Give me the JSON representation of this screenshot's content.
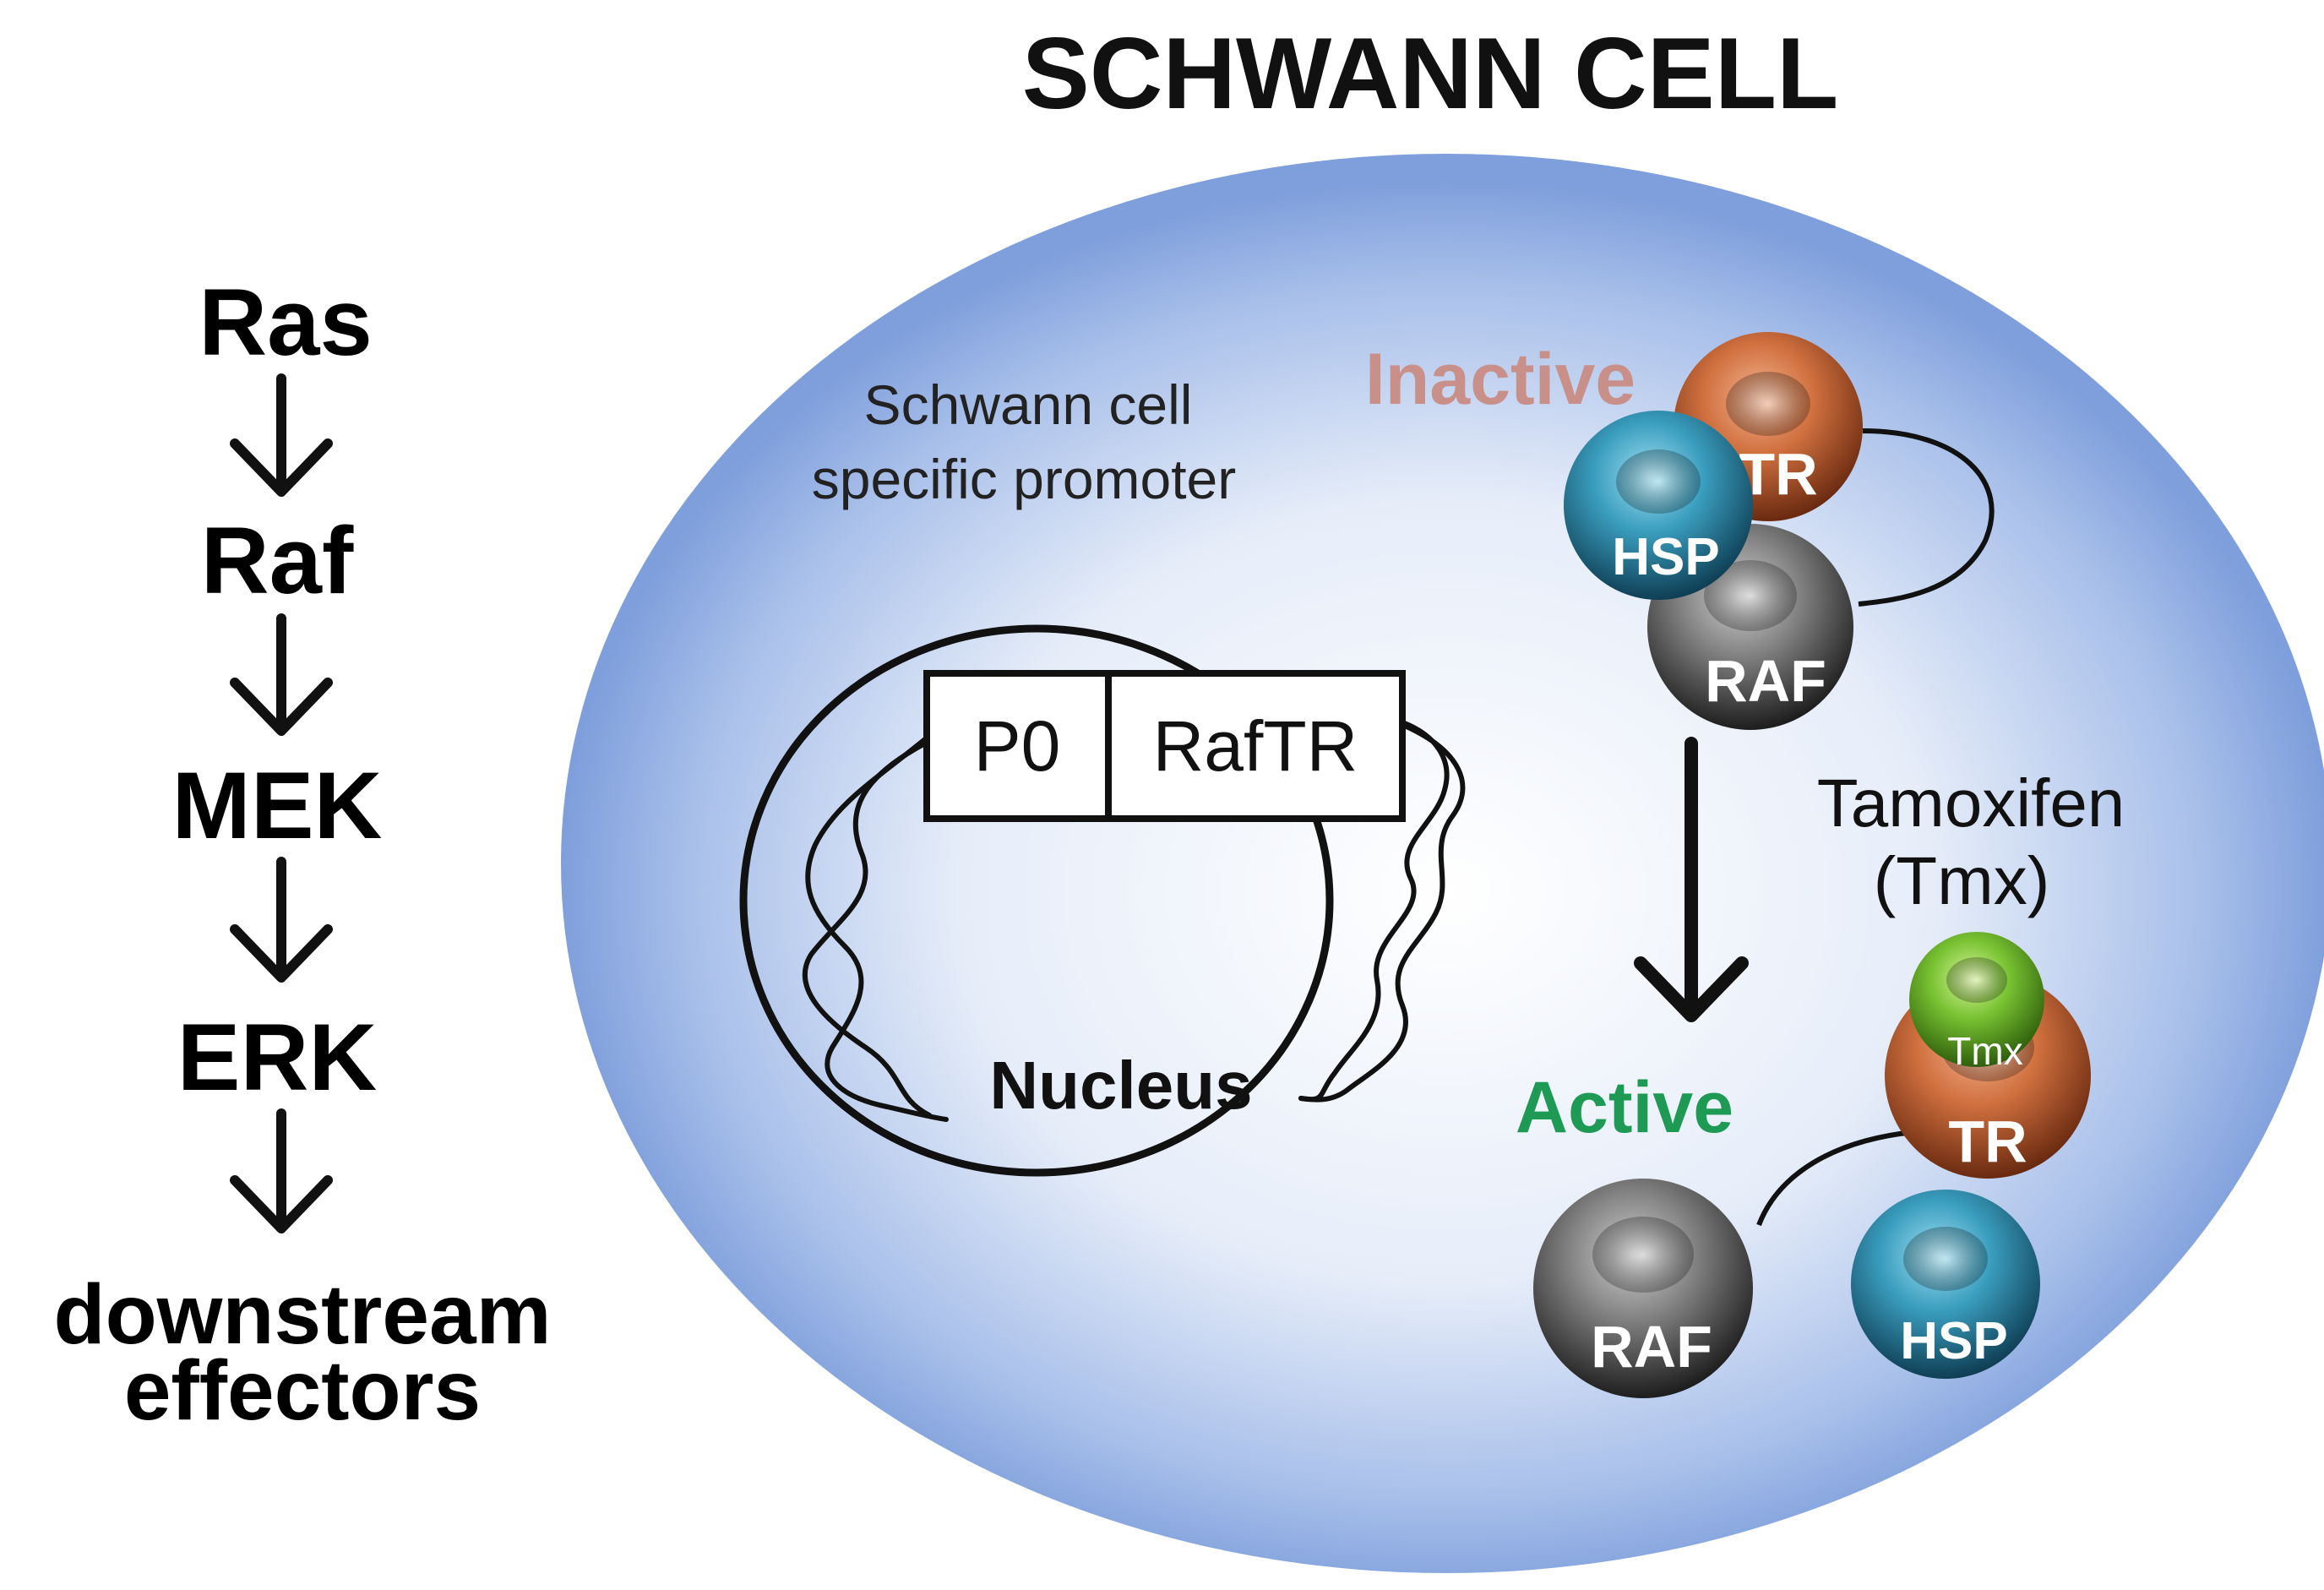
{
  "title": "SCHWANN CELL",
  "pathway": {
    "steps": [
      "Ras",
      "Raf",
      "MEK",
      "ERK"
    ],
    "downstream_line1": "downstream",
    "downstream_line2": "effectors"
  },
  "promoter_label_line1": "Schwann cell",
  "promoter_label_line2": "specific promoter",
  "construct": {
    "promoter": "P0",
    "gene": "RafTR"
  },
  "nucleus_label": "Nucleus",
  "inactive_label": "Inactive",
  "active_label": "Active",
  "tamoxifen_line1": "Tamoxifen",
  "tamoxifen_line2": "(Tmx)",
  "proteins": {
    "tr": "TR",
    "hsp": "HSP",
    "raf": "RAF",
    "tmx": "Tmx"
  },
  "colors": {
    "inactive": "#c9908a",
    "active": "#1f9a55",
    "tr": "#c4643a",
    "hsp": "#2d8fb0",
    "raf": "#555555",
    "tmx": "#6ab42a",
    "cell": "#8fb0e4"
  }
}
